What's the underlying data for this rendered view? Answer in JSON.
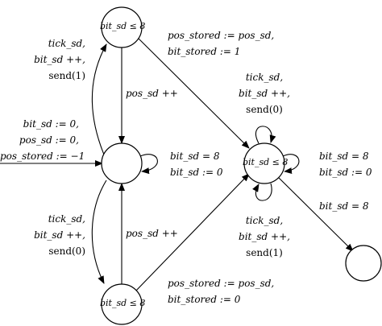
{
  "states": {
    "top": "bit_sd ≤ 8",
    "middle": "",
    "bottom": "bit_sd ≤ 8",
    "right": "bit_sd ≤ 8",
    "final": ""
  },
  "labels": {
    "top_left_loop": [
      "tick_sd,",
      "bit_sd ++,",
      "send(1)"
    ],
    "top_down": [
      "pos_sd ++"
    ],
    "top_diag": [
      "pos_stored := pos_sd,",
      "bit_stored := 1"
    ],
    "initial": [
      "bit_sd := 0,",
      "pos_sd := 0,",
      "pos_stored := −1"
    ],
    "middle_self": [
      "bit_sd = 8",
      "bit_sd := 0"
    ],
    "bottom_left_loop": [
      "tick_sd,",
      "bit_sd ++,",
      "send(0)"
    ],
    "bottom_up": [
      "pos_sd ++"
    ],
    "bottom_diag": [
      "pos_stored := pos_sd,",
      "bit_stored := 0"
    ],
    "right_top_self": [
      "tick_sd,",
      "bit_sd ++,",
      "send(0)"
    ],
    "right_self": [
      "bit_sd = 8",
      "bit_sd := 0"
    ],
    "right_bottom_self": [
      "tick_sd,",
      "bit_sd ++,",
      "send(1)"
    ],
    "right_to_final": [
      "bit_sd = 8"
    ]
  }
}
